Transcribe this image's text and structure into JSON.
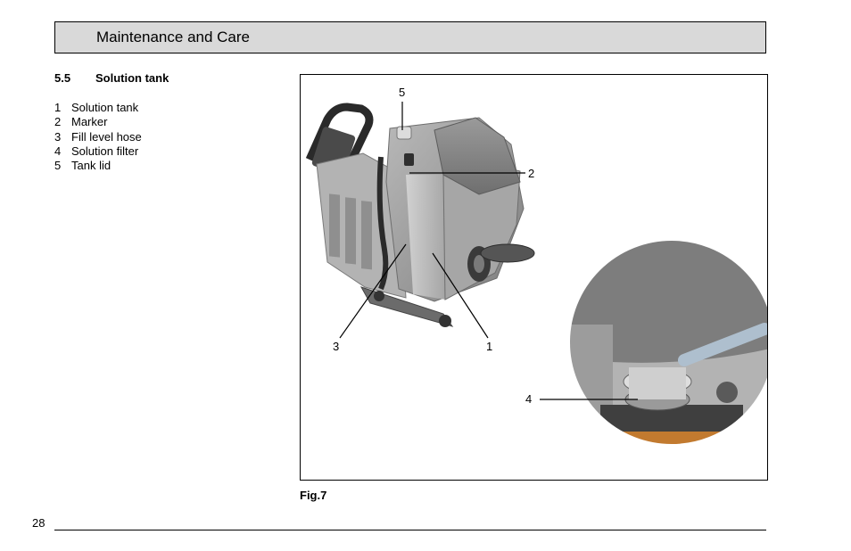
{
  "header": {
    "title": "Maintenance and Care"
  },
  "section": {
    "number": "5.5",
    "title": "Solution tank"
  },
  "legend": [
    {
      "num": "1",
      "label": "Solution tank"
    },
    {
      "num": "2",
      "label": "Marker"
    },
    {
      "num": "3",
      "label": "Fill level hose"
    },
    {
      "num": "4",
      "label": "Solution filter"
    },
    {
      "num": "5",
      "label": "Tank lid"
    }
  ],
  "figure": {
    "callouts": [
      "5",
      "2",
      "3",
      "1",
      "4"
    ],
    "caption": "Fig.7"
  },
  "footer": {
    "page_number": "28"
  }
}
